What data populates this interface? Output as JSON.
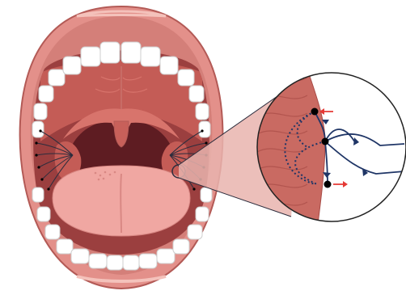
{
  "figure": {
    "subject": "open-mouth",
    "colors": {
      "lip": "#e3908a",
      "lip_shadow": "#c9716c",
      "lip_highlight": "#f4c2bb",
      "lip_outline": "#b35a56",
      "cavity": "#9b3f3f",
      "palate": "#c45c56",
      "palate_light": "#d8746c",
      "throat_dark": "#5e1c22",
      "uvula": "#c8605a",
      "tongue": "#f0a7a2",
      "tongue_shadow": "#d98884",
      "teeth": "#ffffff",
      "teeth_outline": "#cfcfcf",
      "nerve_line": "#2d2d3d",
      "arrow_navy": "#1f3566",
      "arrow_red": "#e53935",
      "magnifier_fill": "#e9b4ae",
      "muscle": "#c96a62",
      "muscle_dark": "#a84b46",
      "node_black": "#000000"
    },
    "inset": {
      "shape": "circle",
      "red_arrows": 2,
      "black_nodes": 3,
      "navy_branches": 3
    },
    "icons": [
      "mouth-illustration",
      "magnifier-circle",
      "zoom-callout",
      "arrow-left-icon",
      "arrow-right-icon"
    ]
  }
}
